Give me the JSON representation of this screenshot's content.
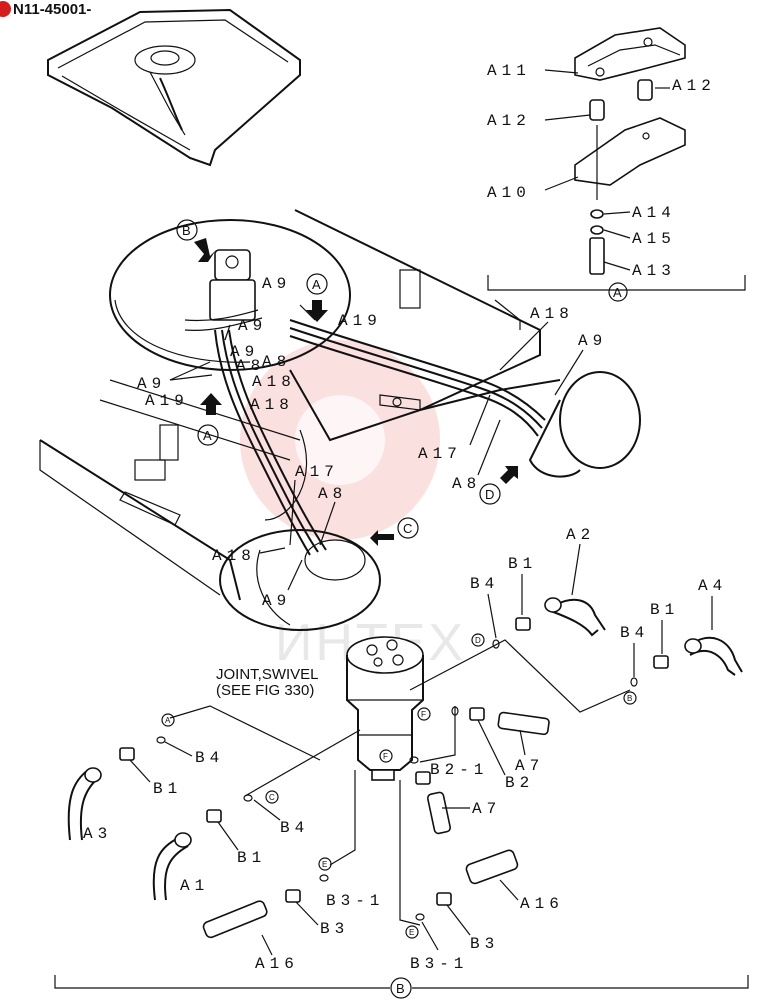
{
  "header": {
    "part_code": "N11-45001-"
  },
  "note": {
    "line1": "JOINT,SWIVEL",
    "line2": "(SEE FIG 330)"
  },
  "watermark": {
    "text": "ИНТЕХ",
    "color": "#f4b4b4"
  },
  "views": {
    "A": "A",
    "B": "B",
    "C": "C",
    "D": "D",
    "E": "E",
    "F": "F"
  },
  "labels": {
    "A1": "A1",
    "A2": "A2",
    "A3": "A3",
    "A4": "A4",
    "A7": "A7",
    "A8": "A8",
    "A9": "A9",
    "A10": "A10",
    "A11": "A11",
    "A12": "A12",
    "A13": "A13",
    "A14": "A14",
    "A15": "A15",
    "A16": "A16",
    "A17": "A17",
    "A18": "A18",
    "A19": "A19",
    "B1": "B1",
    "B2": "B2",
    "B2_1": "B2-1",
    "B3": "B3",
    "B3_1": "B3-1",
    "B4": "B4"
  },
  "colors": {
    "ink": "#111111",
    "badge": "#d61c1c"
  }
}
